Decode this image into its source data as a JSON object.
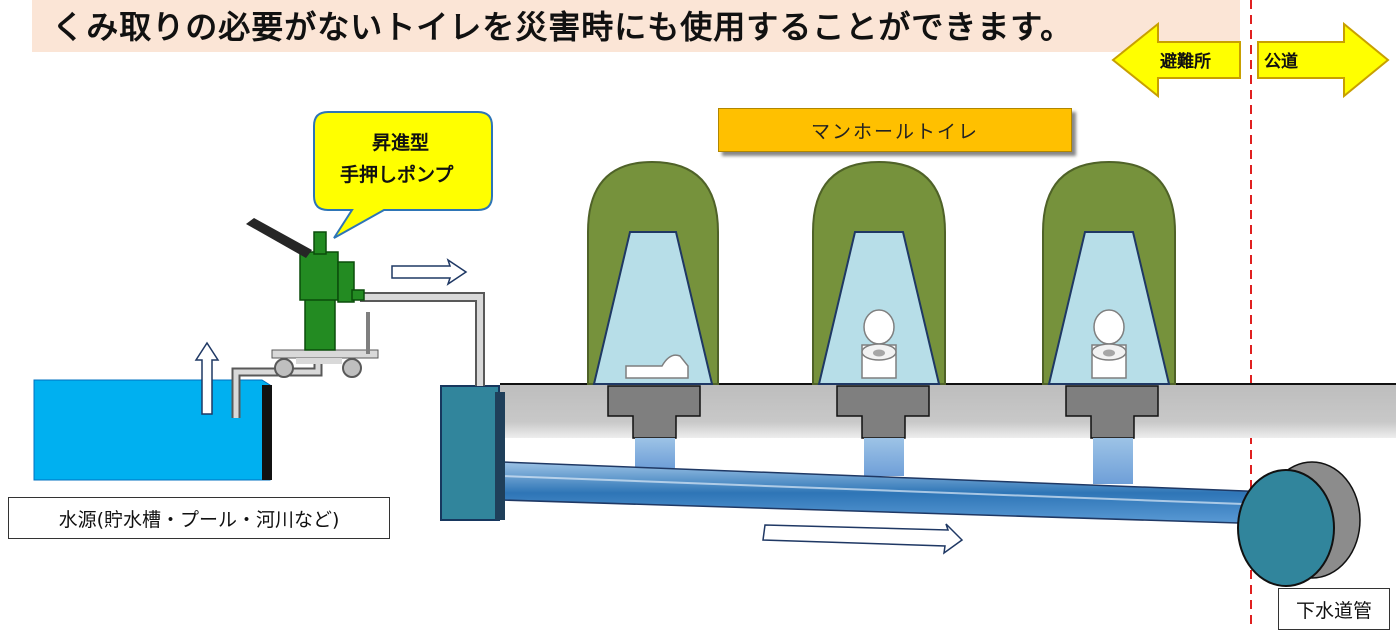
{
  "banner": {
    "text": "くみ取りの必要がないトイレを災害時にも使用することができます。"
  },
  "arrows": {
    "left_label": "避難所",
    "right_label": "公道"
  },
  "pump": {
    "line1": "昇進型",
    "line2": "手押しポンプ"
  },
  "manhole": {
    "label": "マンホールトイレ"
  },
  "water_source": {
    "label": "水源(貯水槽・プール・河川など)"
  },
  "sewer": {
    "label": "下水道管"
  },
  "colors": {
    "banner_bg": "#fbe5d6",
    "arrow_yellow": "#ffff00",
    "tent_green": "#76923c",
    "water_blue": "#00b0f0",
    "label_orange": "#ffc000",
    "boundary_red": "#e02020"
  }
}
